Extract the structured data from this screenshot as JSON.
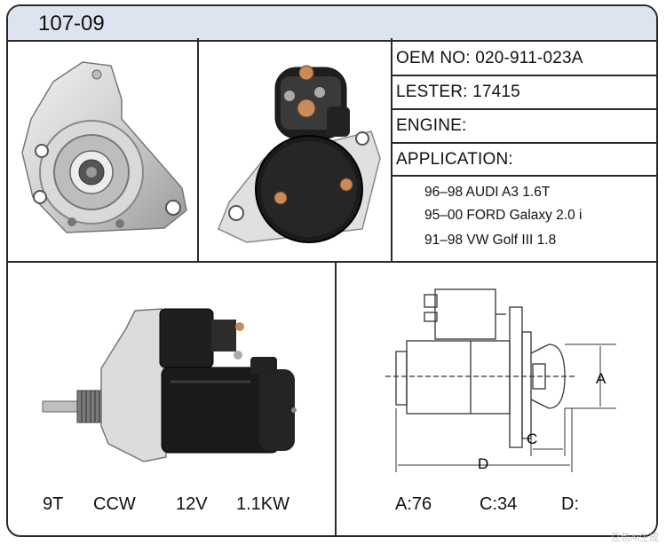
{
  "header": {
    "title": "107-09"
  },
  "specs": {
    "oem": "OEM  NO: 020-911-023A",
    "lester": "LESTER: 17415",
    "engine": "ENGINE:",
    "application": "APPLICATION:"
  },
  "applications": [
    "96–98 AUDI A3 1.6T",
    "95–00 FORD Galaxy 2.0 i",
    "91–98 VW Golf III 1.8"
  ],
  "ratings": {
    "teeth": "9T",
    "rotation": "CCW",
    "voltage": "12V",
    "power": "1.1KW"
  },
  "dimensions": {
    "a": "A:76",
    "c": "C:34",
    "d": "D:",
    "label_a": "A",
    "label_c": "C",
    "label_d": "D"
  },
  "watermark": "豆包AI生成"
}
